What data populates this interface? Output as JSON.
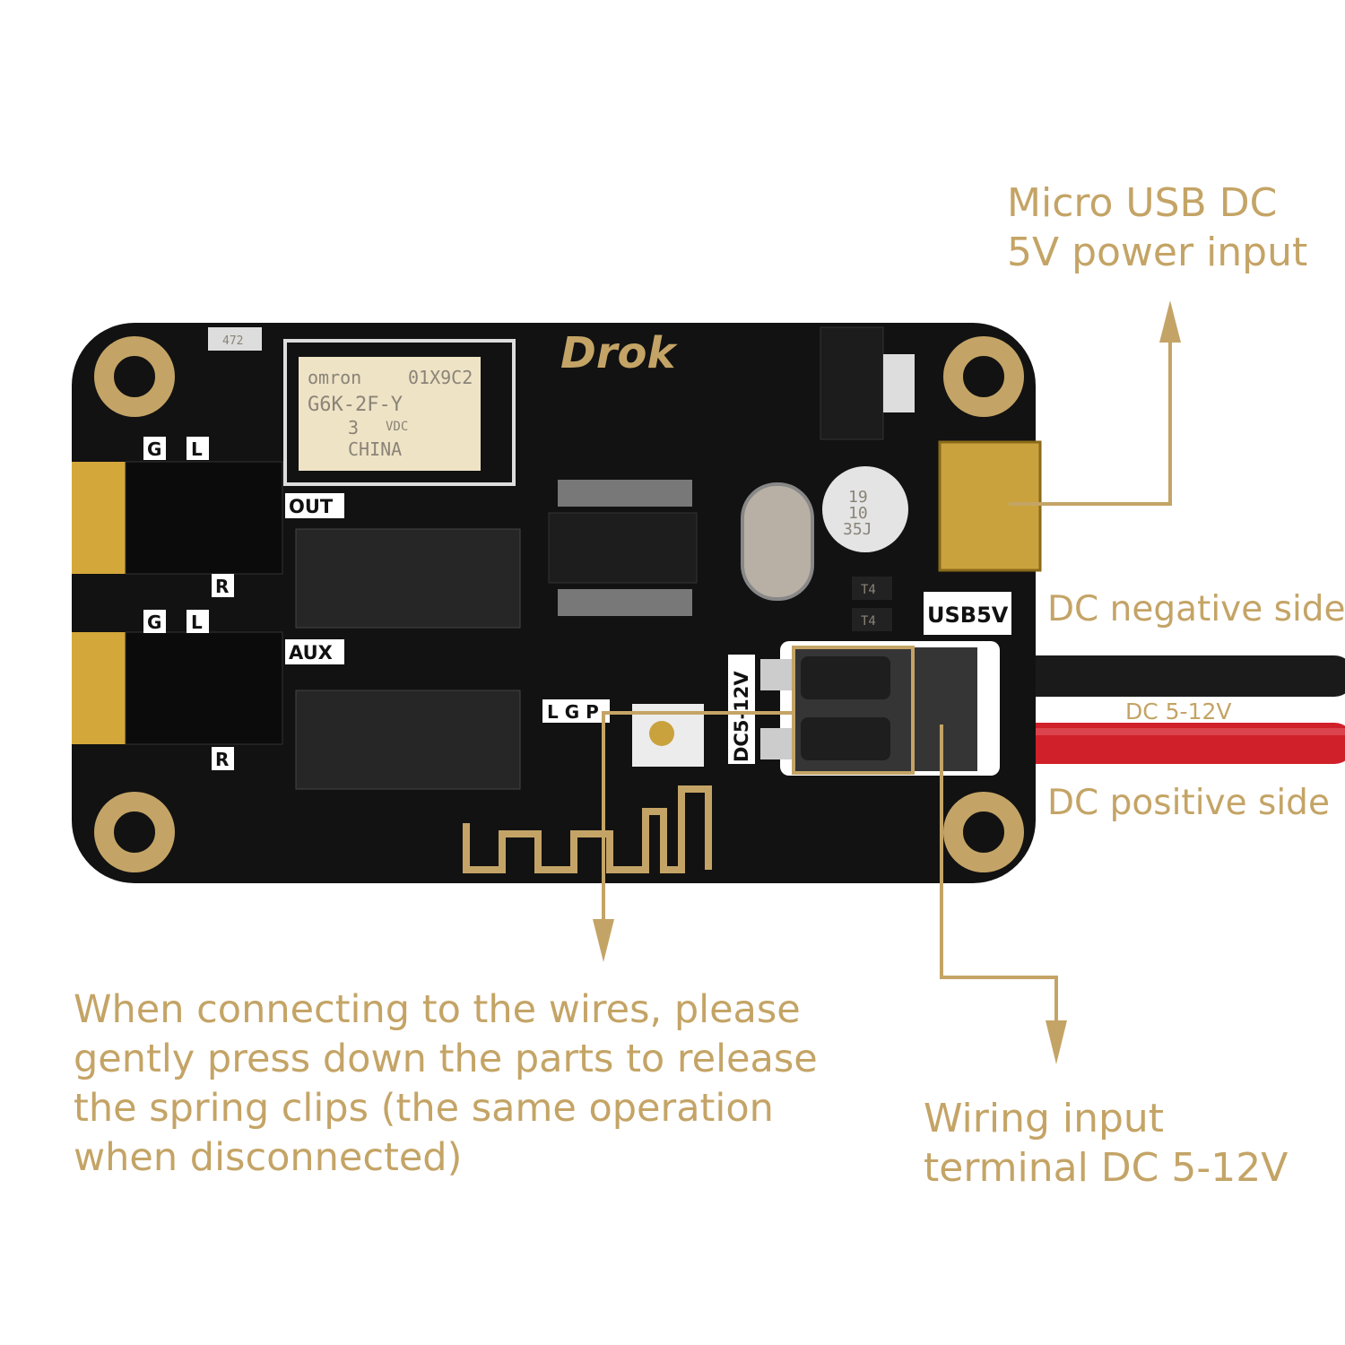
{
  "colors": {
    "accent": "#c4a466",
    "board": "#121212",
    "wire_negative": "#1a1a1a",
    "wire_positive": "#d0202a"
  },
  "annotations": {
    "usb_input": [
      "Micro USB DC",
      "5V power input"
    ],
    "dc_negative": "DC negative side",
    "dc_positive": "DC positive side",
    "wire_label": "DC 5-12V",
    "wiring_note": [
      "When connecting to the wires, please",
      "gently press down the parts to release",
      "the spring clips (the same operation",
      "when disconnected)"
    ],
    "wiring_terminal": [
      "Wiring input",
      "terminal DC 5-12V"
    ]
  },
  "board": {
    "brand": "Drok",
    "silkscreen": {
      "out": "OUT",
      "aux": "AUX",
      "usb": "USB5V",
      "dc": "DC5-12V",
      "lgp": "L G P",
      "g": "G",
      "l": "L",
      "r": "R"
    },
    "relay": [
      "omron",
      "01X9C2",
      "G6K-2F-Y",
      "3",
      "VDC",
      "CHINA"
    ],
    "capacitor": [
      "19",
      "10",
      "35J"
    ],
    "diode": "T4",
    "resistor": "472"
  }
}
